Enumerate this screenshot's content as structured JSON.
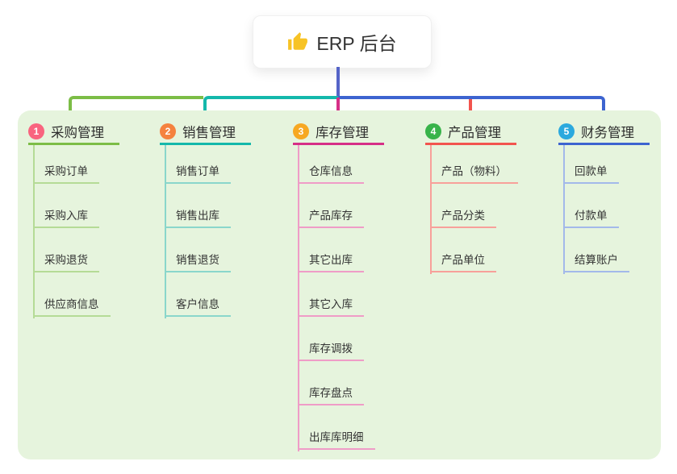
{
  "root": {
    "title": "ERP 后台",
    "icon": "thumbs-up-icon",
    "icon_color": "#f7c325",
    "line_color": "#5564c8"
  },
  "branches": [
    {
      "index": "1",
      "label": "采购管理",
      "badge_color": "#f9647f",
      "line_color": "#7cbd46",
      "child_line_color": "#b5db96",
      "children": [
        "采购订单",
        "采购入库",
        "采购退货",
        "供应商信息"
      ]
    },
    {
      "index": "2",
      "label": "销售管理",
      "badge_color": "#f5823f",
      "line_color": "#14b8ab",
      "child_line_color": "#8ad6cb",
      "children": [
        "销售订单",
        "销售出库",
        "销售退货",
        "客户信息"
      ]
    },
    {
      "index": "3",
      "label": "库存管理",
      "badge_color": "#f7a822",
      "line_color": "#d62f87",
      "child_line_color": "#ef9cc7",
      "children": [
        "仓库信息",
        "产品库存",
        "其它出库",
        "其它入库",
        "库存调拨",
        "库存盘点",
        "出库库明细"
      ]
    },
    {
      "index": "4",
      "label": "产品管理",
      "badge_color": "#38b34a",
      "line_color": "#f2544e",
      "child_line_color": "#f8a09a",
      "children": [
        "产品（物料）",
        "产品分类",
        "产品单位"
      ]
    },
    {
      "index": "5",
      "label": "财务管理",
      "badge_color": "#2ba9de",
      "line_color": "#3d64d0",
      "child_line_color": "#a3b9ea",
      "children": [
        "回款单",
        "付款单",
        "结算账户"
      ]
    }
  ]
}
